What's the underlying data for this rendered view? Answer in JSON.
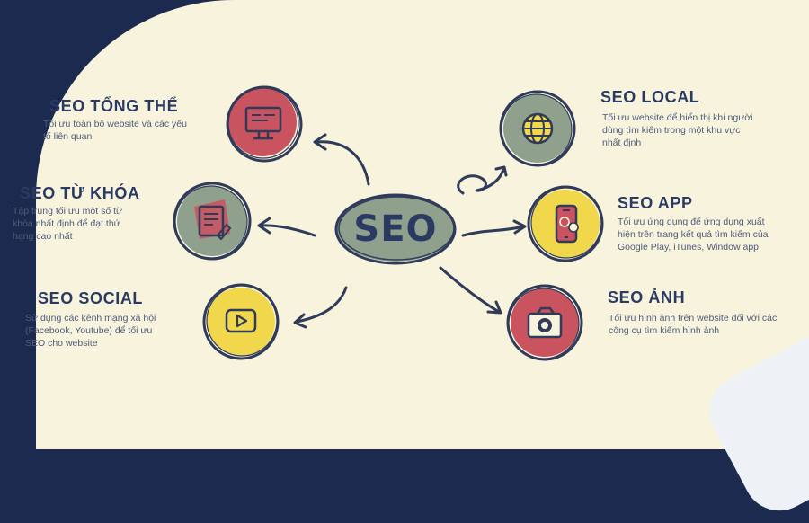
{
  "center": {
    "label": "SEO"
  },
  "colors": {
    "navy": "#2b3a63",
    "ink": "#2f3b59",
    "red": "#c9545f",
    "green": "#8fa08d",
    "yellow": "#f0d74b",
    "cream": "#f7f3dd"
  },
  "nodes": [
    {
      "id": "tong-the",
      "title": "SEO TỔNG THỂ",
      "desc_lines": [
        "Tối ưu toàn bộ website và các yếu",
        "tố liên quan"
      ],
      "icon": "monitor-icon",
      "color": "red"
    },
    {
      "id": "tu-khoa",
      "title": "SEO TỪ KHÓA",
      "desc_lines": [
        "Tập trung tối ưu một số từ",
        "khóa nhất định để đạt thứ",
        "hạng cao nhất"
      ],
      "icon": "document-pen-icon",
      "color": "green"
    },
    {
      "id": "social",
      "title": "SEO SOCIAL",
      "desc_lines": [
        "Sử dụng các kênh mạng xã hội",
        "(Facebook, Youtube) để tối ưu",
        "SEO cho website"
      ],
      "icon": "play-video-icon",
      "color": "yellow"
    },
    {
      "id": "local",
      "title": "SEO LOCAL",
      "desc_lines": [
        "Tối ưu website để hiển thị khi người",
        "dùng tìm kiếm trong một khu vực",
        "nhất định"
      ],
      "icon": "globe-icon",
      "color": "green"
    },
    {
      "id": "app",
      "title": "SEO APP",
      "desc_lines": [
        "Tối ưu ứng dụng để ứng dụng xuất",
        "hiện trên trang kết quả tìm kiếm của",
        "Google Play, iTunes, Window app"
      ],
      "icon": "smartphone-icon",
      "color": "yellow"
    },
    {
      "id": "anh",
      "title": "SEO ẢNH",
      "desc_lines": [
        "Tối ưu hình ảnh trên website đối với các",
        "công cụ tìm kiếm hình ảnh"
      ],
      "icon": "camera-icon",
      "color": "red"
    }
  ]
}
